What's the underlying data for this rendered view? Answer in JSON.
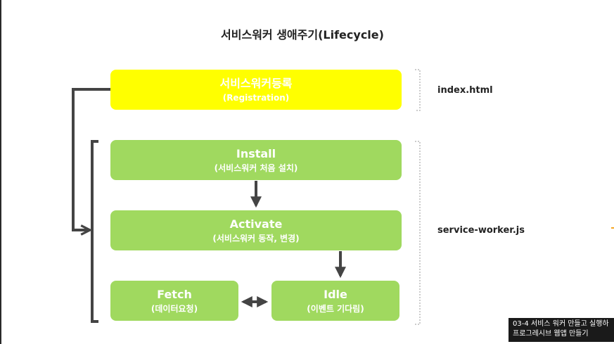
{
  "title": "서비스워커 생애주기(Lifecycle)",
  "boxes": {
    "registration": {
      "main": "서비스워커등록",
      "sub": "(Registration)"
    },
    "install": {
      "main": "Install",
      "sub": "(서비스워커 처음 설치)"
    },
    "activate": {
      "main": "Activate",
      "sub": "(서비스워커 동작, 변경)"
    },
    "fetch": {
      "main": "Fetch",
      "sub": "(데이터요청)"
    },
    "idle": {
      "main": "Idle",
      "sub": "(이벤트 기다림)"
    }
  },
  "files": {
    "index": "index.html",
    "service_worker": "service-worker.js"
  },
  "caption": {
    "line1": "03-4 서비스 워커 만들고 실행하",
    "line2": "프로그레시브 웹앱 만들기"
  },
  "colors": {
    "registration_box": "#ffff00",
    "lifecycle_box": "#a0d95f",
    "arrow": "#444444",
    "bracket": "#cccccc"
  }
}
